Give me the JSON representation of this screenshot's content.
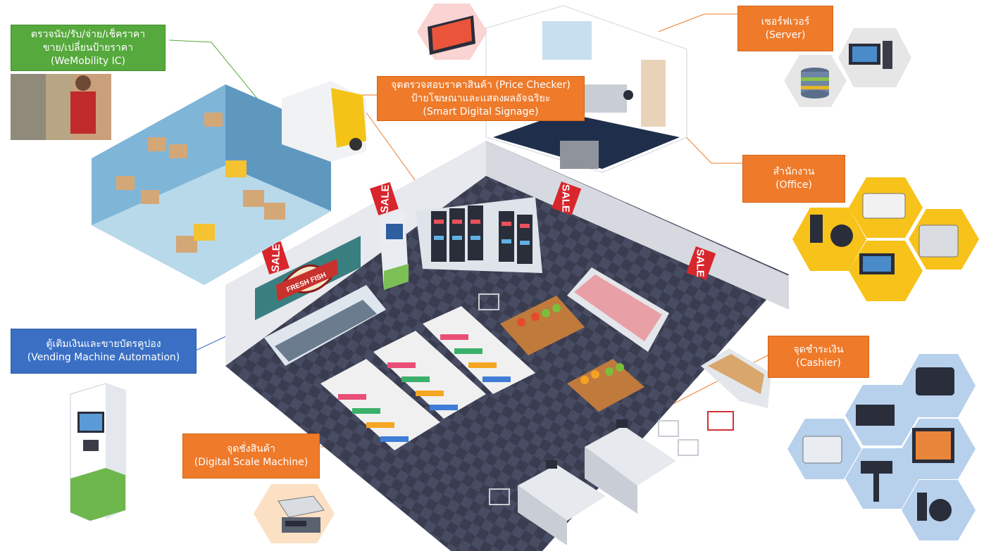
{
  "labels": {
    "wemobility": [
      "ตรวจนับ/รับ/จ่าย/เช็คราคา",
      "ขาย/เปลี่ยนป้ายราคา",
      "(WeMobility IC)"
    ],
    "price_checker": [
      "จุดตรวจสอบราคาสินค้า (Price Checker)",
      "ป้ายโฆษณาและแสดงผลอัจฉริยะ",
      "(Smart Digital Signage)"
    ],
    "server": [
      "เซอร์ฟเวอร์",
      "(Server)"
    ],
    "office": [
      "สำนักงาน",
      "(Office)"
    ],
    "vending": [
      "ตู้เติมเงินและขายบัตรคูปอง",
      "(Vending Machine Automation)"
    ],
    "cashier": [
      "จุดชำระเงิน",
      "(Cashier)"
    ],
    "scale": [
      "จุดชั่งสินค้า",
      "(Digital Scale Machine)"
    ]
  },
  "signs": {
    "sale": "SALE",
    "fresh_fish": "FRESH FISH"
  },
  "colors": {
    "orange": "#ee7a2a",
    "green": "#56a93c",
    "blue": "#3a6fc4",
    "hex_gray": "#e6e6e6",
    "hex_yellow": "#f7c21a",
    "hex_blue": "#b7d0ec",
    "hex_pink": "#f9d4d2",
    "hex_peach": "#fbe0c4",
    "floor": "#3c3f52",
    "sale_red": "#d7262c"
  },
  "icons": [
    "scanner-icon",
    "printer-icon",
    "monitor-icon",
    "database-icon",
    "scale-icon",
    "cash-drawer-icon",
    "pos-terminal-icon",
    "kiosk-icon"
  ]
}
